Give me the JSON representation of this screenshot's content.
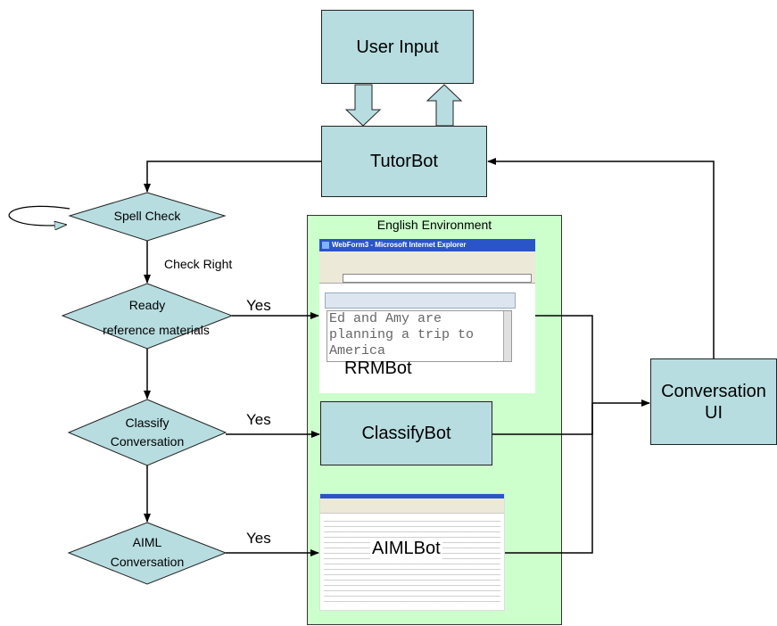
{
  "nodes": {
    "user_input": "User Input",
    "tutorbot": "TutorBot",
    "spell_check": "Spell Check",
    "ready_line1": "Ready",
    "ready_line2": "reference materials",
    "classify_line1": "Classify",
    "classify_line2": "Conversation",
    "aiml_line1": "AIML",
    "aiml_line2": "Conversation",
    "classifybot": "ClassifyBot",
    "conversation_line1": "Conversation",
    "conversation_line2": "UI",
    "rrmbot": "RRMBot",
    "aimlbot": "AIMLBot"
  },
  "environment": {
    "title": "English Environment"
  },
  "edges": {
    "check_right": "Check Right",
    "yes1": "Yes",
    "yes2": "Yes",
    "yes3": "Yes"
  },
  "rrm_screenshot": {
    "window_title": "WebForm3 - Microsoft Internet Explorer",
    "text_line1": "Ed and Amy are",
    "text_line2": "planning a trip to",
    "text_line3": "America"
  },
  "colors": {
    "box_fill": "#b7dde0",
    "environment_fill": "#ccffcc",
    "window_titlebar": "#2a55c8"
  }
}
